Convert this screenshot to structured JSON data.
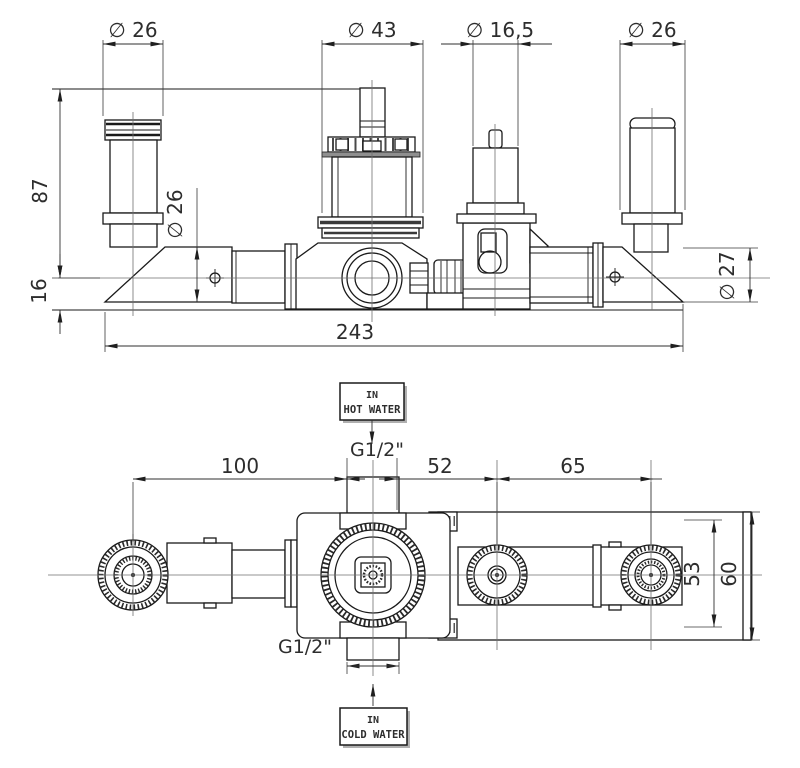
{
  "colors": {
    "line": "#1a1a1a",
    "dim_line": "#2f2f2f",
    "center_line": "#6f6f6f",
    "text": "#2d2d2d",
    "label_shadow": "#b0b0b0",
    "background": "#ffffff"
  },
  "front_view": {
    "dims": {
      "left_pipe_dia": "∅ 26",
      "cartridge_dia": "∅ 43",
      "valve_dia": "∅ 16,5",
      "right_pipe_dia": "∅ 26",
      "height": "87",
      "wall_offset": "16",
      "left_body_dia": "∅ 26",
      "right_body_dia": "∅ 27",
      "total_width": "243"
    }
  },
  "plan_view": {
    "dims": {
      "left_span": "100",
      "mid_span": "52",
      "right_span": "65",
      "body_depth": "53",
      "total_depth": "60",
      "thread_top": "G1/2\"",
      "thread_bottom": "G1/2\""
    }
  },
  "labels": {
    "hot_water": {
      "line1": "IN",
      "line2": "HOT WATER"
    },
    "cold_water": {
      "line1": "IN",
      "line2": "COLD WATER"
    }
  }
}
